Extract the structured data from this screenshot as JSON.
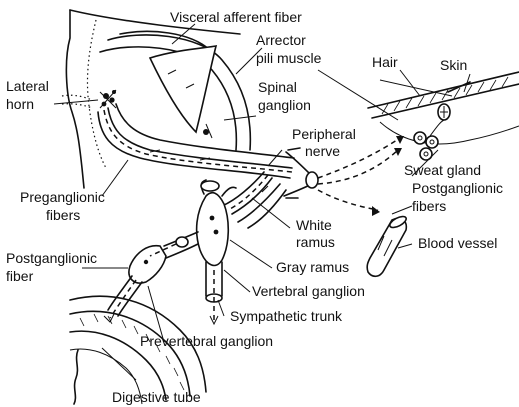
{
  "diagram": {
    "labels": [
      {
        "id": "visceral-afferent-fiber",
        "text": "Visceral afferent fiber"
      },
      {
        "id": "arrector-pili-muscle-1",
        "text": "Arrector"
      },
      {
        "id": "arrector-pili-muscle-2",
        "text": "pili muscle"
      },
      {
        "id": "hair",
        "text": "Hair"
      },
      {
        "id": "skin",
        "text": "Skin"
      },
      {
        "id": "lateral-horn-1",
        "text": "Lateral"
      },
      {
        "id": "lateral-horn-2",
        "text": "horn"
      },
      {
        "id": "spinal-ganglion-1",
        "text": "Spinal"
      },
      {
        "id": "spinal-ganglion-2",
        "text": "ganglion"
      },
      {
        "id": "peripheral-nerve-1",
        "text": "Peripheral"
      },
      {
        "id": "peripheral-nerve-2",
        "text": "nerve"
      },
      {
        "id": "sweat-gland",
        "text": "Sweat gland"
      },
      {
        "id": "postganglionic-fibers-1",
        "text": "Postganglionic"
      },
      {
        "id": "postganglionic-fibers-2",
        "text": "fibers"
      },
      {
        "id": "preganglionic-fibers-1",
        "text": "Preganglionic"
      },
      {
        "id": "preganglionic-fibers-2",
        "text": "fibers"
      },
      {
        "id": "white-ramus-1",
        "text": "White"
      },
      {
        "id": "white-ramus-2",
        "text": "ramus"
      },
      {
        "id": "blood-vessel",
        "text": "Blood vessel"
      },
      {
        "id": "postganglionic-fiber-1",
        "text": "Postganglionic"
      },
      {
        "id": "postganglionic-fiber-2",
        "text": "fiber"
      },
      {
        "id": "gray-ramus",
        "text": "Gray ramus"
      },
      {
        "id": "vertebral-ganglion",
        "text": "Vertebral ganglion"
      },
      {
        "id": "sympathetic-trunk",
        "text": "Sympathetic trunk"
      },
      {
        "id": "prevertebral-ganglion",
        "text": "Prevertebral ganglion"
      },
      {
        "id": "digestive-tube",
        "text": "Digestive tube"
      }
    ]
  }
}
